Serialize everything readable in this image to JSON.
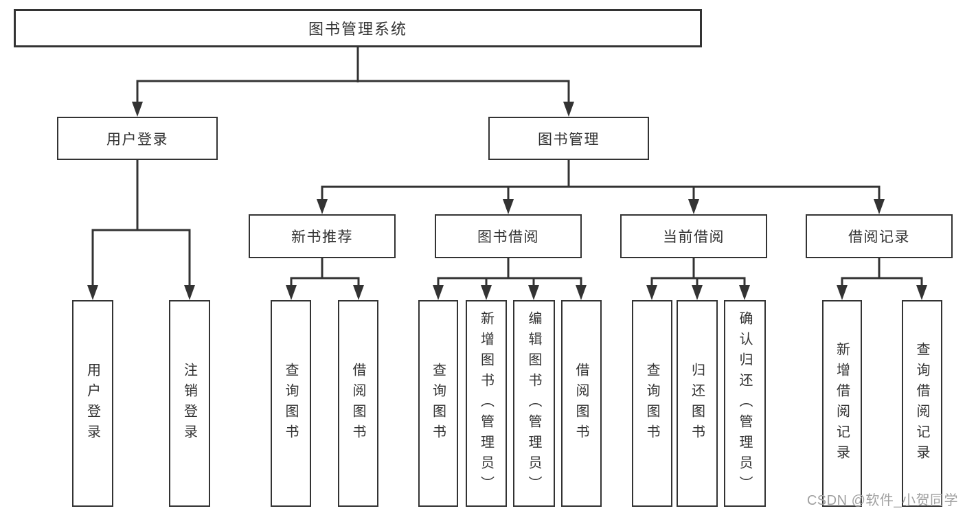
{
  "title": "图书管理系统",
  "tree": {
    "user_login": {
      "label": "用户登录",
      "children": [
        {
          "label": "用户登录"
        },
        {
          "label": "注销登录"
        }
      ]
    },
    "book_mgmt": {
      "label": "图书管理",
      "children": [
        {
          "label": "新书推荐",
          "children": [
            {
              "label": "查询图书"
            },
            {
              "label": "借阅图书"
            }
          ]
        },
        {
          "label": "图书借阅",
          "children": [
            {
              "label": "查询图书"
            },
            {
              "label": "新增图书（管理员）"
            },
            {
              "label": "编辑图书（管理员）"
            },
            {
              "label": "借阅图书"
            }
          ]
        },
        {
          "label": "当前借阅",
          "children": [
            {
              "label": "查询图书"
            },
            {
              "label": "归还图书"
            },
            {
              "label": "确认归还（管理员）"
            }
          ]
        },
        {
          "label": "借阅记录",
          "children": [
            {
              "label": "新增借阅记录"
            },
            {
              "label": "查询借阅记录"
            }
          ]
        }
      ]
    }
  },
  "watermark": "CSDN @软件_小贺同学",
  "colors": {
    "line": "#333333",
    "text": "#333333",
    "watermark": "#a0a0a0",
    "background": "#ffffff"
  }
}
